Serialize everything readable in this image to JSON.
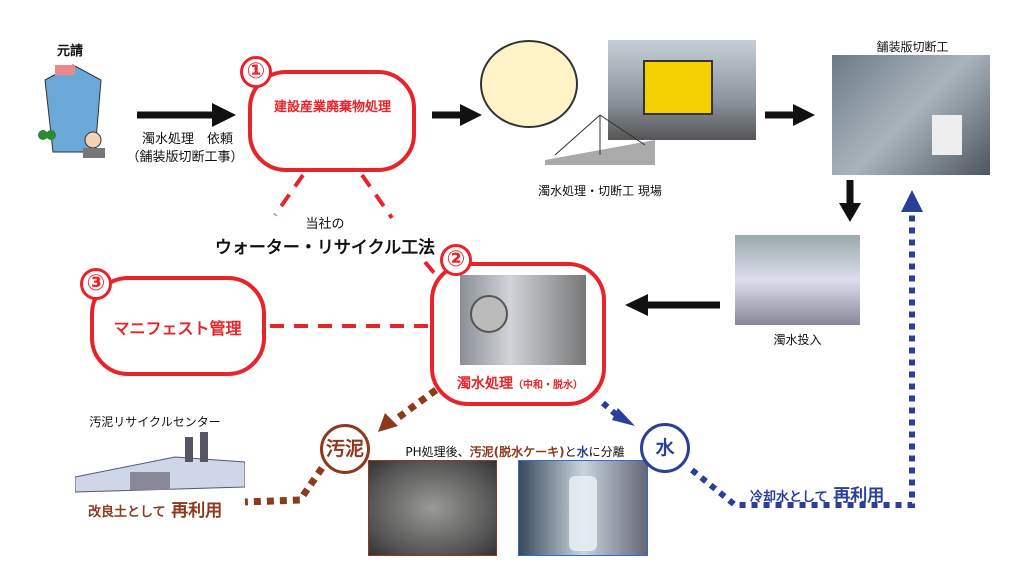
{
  "client": {
    "label": "元請"
  },
  "request": {
    "line1": "濁水処理　依頼",
    "line2": "（舗装版切断工事）"
  },
  "step1": {
    "number": "①",
    "title": "建設産業廃棄物処理"
  },
  "site": {
    "caption": "濁水処理・切断工 現場"
  },
  "cutting": {
    "label": "舗装版切断工"
  },
  "company": {
    "prefix": "当社の",
    "method": "ウォーター・リサイクル工法"
  },
  "input": {
    "label": "濁水投入"
  },
  "step2": {
    "number": "②",
    "title": "濁水処理",
    "subtitle": "（中和・脱水）"
  },
  "step3": {
    "number": "③",
    "title": "マニフェスト管理"
  },
  "sludge": {
    "badge": "汚泥",
    "center": "汚泥リサイクルセンター",
    "reuse_prefix": "改良土として",
    "reuse": "再利用"
  },
  "separation": {
    "pre": "PH処理後、",
    "sludge": "汚泥(脱水ケーキ)",
    "mid": "と",
    "water": "水",
    "post": "に分離"
  },
  "water": {
    "badge": "水",
    "reuse_prefix": "冷却水として",
    "reuse": "再利用"
  },
  "colors": {
    "red": "#e8242a",
    "brown": "#8b3a1e",
    "blue": "#2b3f9a"
  }
}
